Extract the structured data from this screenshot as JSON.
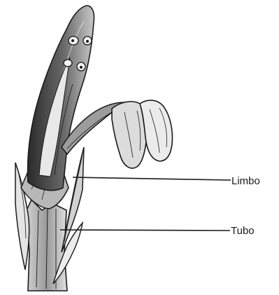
{
  "diagram": {
    "labels": [
      {
        "id": "limbo",
        "text": "Limbo"
      },
      {
        "id": "tubo",
        "text": "Tubo"
      }
    ],
    "colors": {
      "ink": "#1a1a1a",
      "dark_fill": "#3c3c3c",
      "mid_fill": "#8a8a8a",
      "light_fill": "#d9d9d9",
      "background": "#ffffff"
    }
  }
}
